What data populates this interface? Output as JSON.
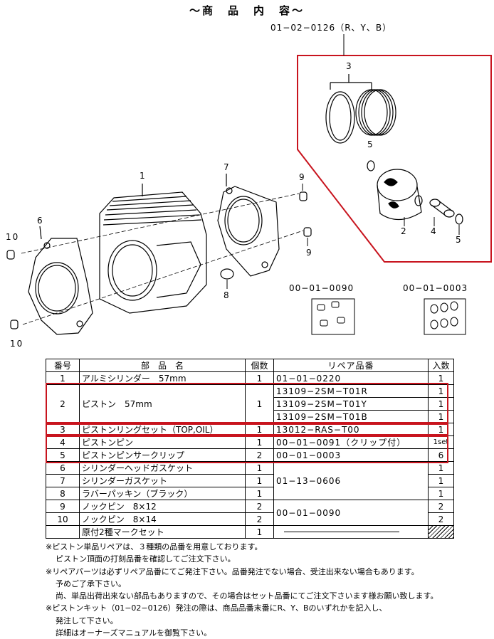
{
  "title": "〜商　品　内　容〜",
  "kit_code": "01−02−0126（R、Y、B）",
  "diagram_labels": {
    "l1": "1",
    "l2": "2",
    "l3": "3",
    "l4": "4",
    "l5a": "5",
    "l5b": "5",
    "l6": "6",
    "l7": "7",
    "l8": "8",
    "l9a": "9",
    "l9b": "9",
    "l10a": "10",
    "l10b": "10"
  },
  "sub_codes": {
    "pin_set": "00−01−0090",
    "clip_set": "00−01−0003"
  },
  "table": {
    "headers": [
      "番号",
      "部　品　名",
      "個数",
      "リペア品番",
      "入数"
    ],
    "rows": [
      {
        "no": "1",
        "name": "アルミシリンダー　57mm",
        "qty": "1",
        "code": "01−01−0220",
        "in": "1"
      },
      {
        "no": "2",
        "name": "ピストン　57mm",
        "qty": "1",
        "codes": [
          "13109−2SM−T01R",
          "13109−2SM−T01Y",
          "13109−2SM−T01B"
        ],
        "ins": [
          "1",
          "1",
          "1"
        ]
      },
      {
        "no": "3",
        "name": "ピストンリングセット（TOP,OIL）",
        "qty": "1",
        "code": "13012−RAS−T00",
        "in": "1"
      },
      {
        "no": "4",
        "name": "ピストンピン",
        "qty": "1",
        "code": "00−01−0091（クリップ付）",
        "in": "1set"
      },
      {
        "no": "5",
        "name": "ピストンピンサークリップ",
        "qty": "2",
        "code": "00−01−0003",
        "in": "6"
      },
      {
        "no": "6",
        "name": "シリンダーヘッドガスケット",
        "qty": "1",
        "in": "1"
      },
      {
        "no": "7",
        "name": "シリンダーガスケット",
        "qty": "1",
        "in": "1"
      },
      {
        "no": "8",
        "name": "ラバーパッキン（ブラック）",
        "qty": "1",
        "in": "1"
      },
      {
        "no": "9",
        "name": "ノックピン　8×12",
        "qty": "2",
        "in": "2"
      },
      {
        "no": "10",
        "name": "ノックピン　8×14",
        "qty": "2",
        "in": "2"
      },
      {
        "no": "",
        "name": "原付2種マークセット",
        "qty": "1",
        "code": "",
        "in": ""
      }
    ],
    "group_code_6_8": "01−13−0606",
    "group_code_9_10": "00−01−0090"
  },
  "notes": [
    "※ピストン単品リペアは、３種類の品番を用意しております。",
    "ピストン頂面の打刻品番を確認してご注文下さい。",
    "※リペアパーツは必ずリペア品番にてご発注下さい。品番発注でない場合、受注出来ない場合もあります。",
    "予めご了承下さい。",
    "尚、単品出荷出来ない部品もありますので、その場合はセット品番にてご注文下さいます様お願い致します。",
    "※ピストンキット（01−02−0126）発注の際は、商品品番末番にR、Y、Bのいずれかを記入し、",
    "発注して下さい。",
    "詳細はオーナーズマニュアルを御覧下さい。"
  ],
  "colors": {
    "highlight": "#c8141e"
  }
}
